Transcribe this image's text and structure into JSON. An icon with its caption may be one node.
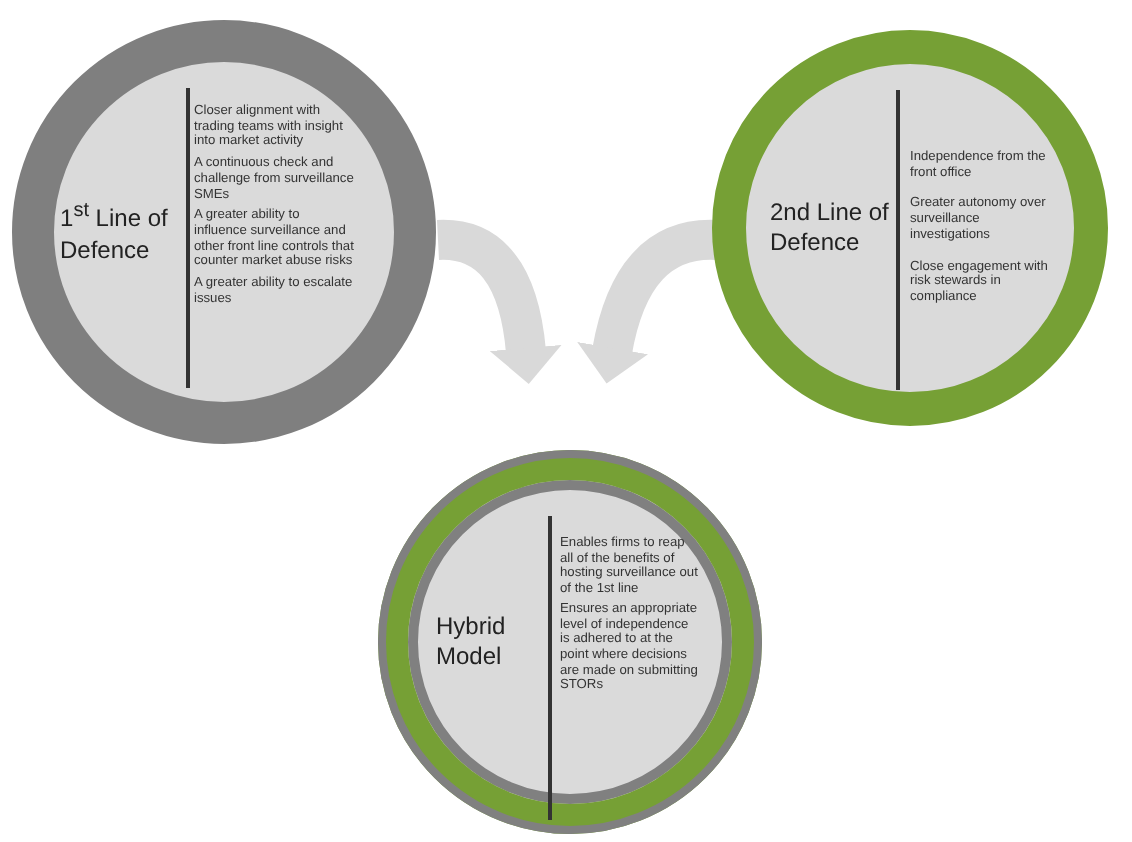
{
  "diagram": {
    "nodes": [
      {
        "text": [
          "1$^{st}$ Line of Defence",
          "Closer alignment with trading teams with insight into market activity",
          "A continuous check and challenge from surveillance SMEs",
          "A greater ability to influence surveillance and other front line controls that counter market abuse risks",
          "A greater ability to escalate issues"
        ]
      },
      {
        "text": [
          "2nd Line of Defence",
          "Independence from the front office",
          "Greater autonomy over surveillance investigations",
          "Close engagement with risk stewards in compliance"
        ]
      },
      {
        "text": [
          "Hybrid Model",
          "Enables firms to reap all of the benefits of hosting surveillance out of the 1st line",
          "Ensures an appropriate level of independence is adhered to at the point where decisions are made on submitting STORs"
        ]
      }
    ],
    "edges": [
      {
        "from": 0,
        "to": 2,
        "arrow": "to"
      },
      {
        "from": 1,
        "to": 2,
        "arrow": "to"
      }
    ]
  }
}
